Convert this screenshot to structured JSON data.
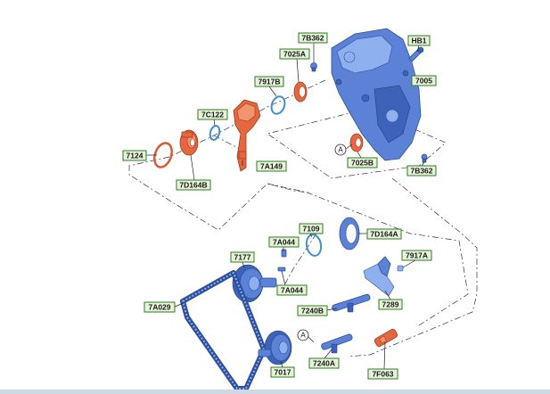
{
  "labels": {
    "l7B362_top": "7B362",
    "lHB1": "HB1",
    "l7025A": "7025A",
    "l7005": "7005",
    "l7917B": "7917B",
    "l7C122": "7C122",
    "l7124": "7124",
    "l7A149": "7A149",
    "l7D164B": "7D164B",
    "l7025B": "7025B",
    "l7B362_bottom": "7B362",
    "l7109": "7109",
    "l7D164A": "7D164A",
    "l7A044_top": "7A044",
    "l7177": "7177",
    "l7917A": "7917A",
    "l7A044_bottom": "7A044",
    "l7A029": "7A029",
    "l7240B": "7240B",
    "l7289": "7289",
    "l7017": "7017",
    "l7240A": "7240A",
    "l7F063": "7F063"
  },
  "callouts": {
    "a_top": "A",
    "a_bottom": "A"
  },
  "colors": {
    "part_blue": "#5b82d6",
    "part_red": "#e4673f",
    "label_fill": "#e6f2d9",
    "label_border": "#2e7d1e"
  }
}
